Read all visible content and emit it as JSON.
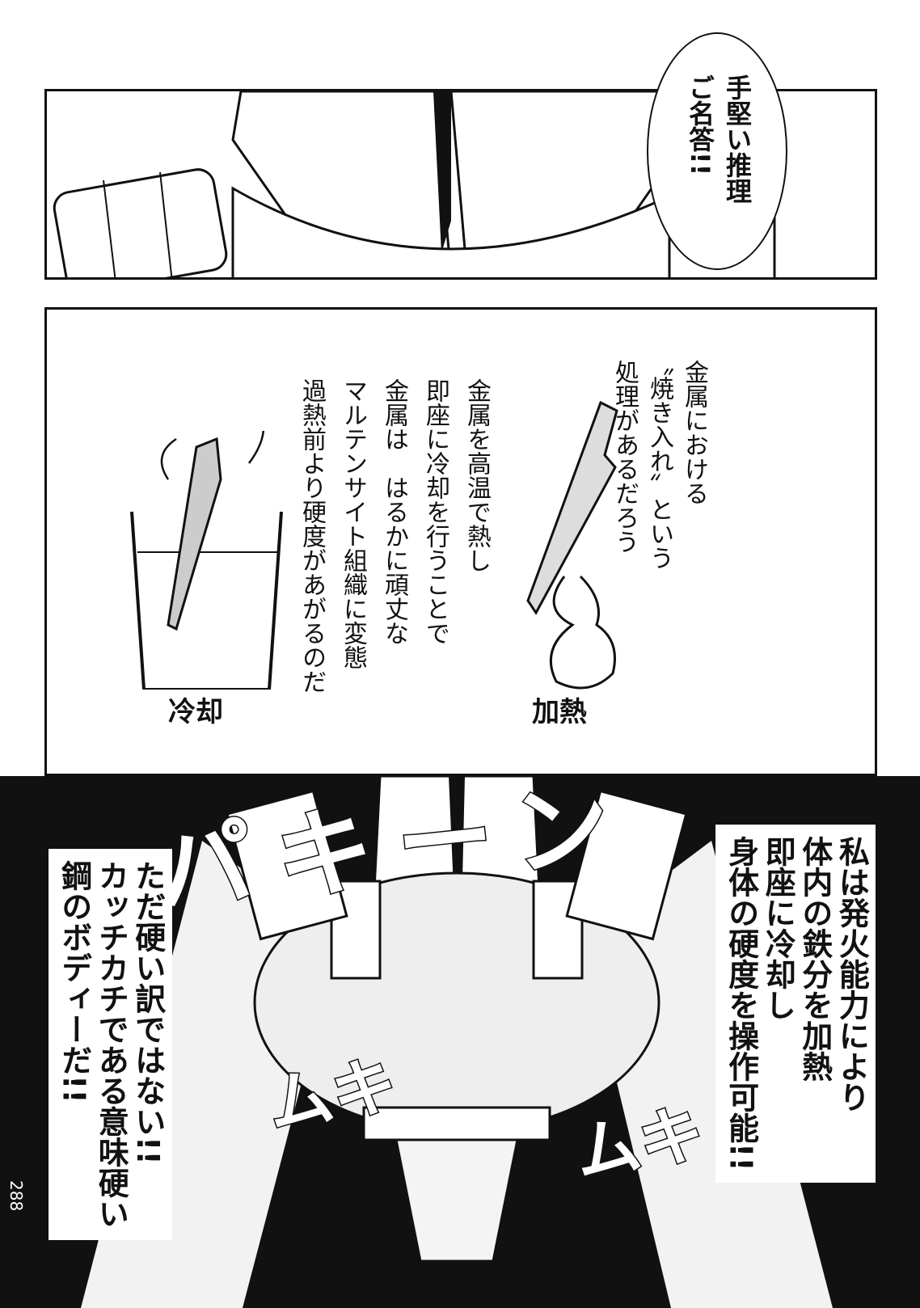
{
  "top_panel": {
    "speech": [
      "手堅い推理",
      "ご名答!!"
    ]
  },
  "middle_panel": {
    "narration": [
      "金属における",
      "〝焼き入れ〟という",
      "処理があるだろう",
      "金属を高温で熱し",
      "即座に冷却を行うことで",
      "金属は　はるかに頑丈な",
      "マルテンサイト組織に変態",
      "過熱前より硬度があがるのだ"
    ],
    "heating_label": "加熱",
    "cooling_label": "冷却"
  },
  "bottom_panel": {
    "sfx_main": "パキーン",
    "sfx_muki_1": "ムキ",
    "sfx_muki_2": "ムキ",
    "right_speech": [
      "私は発火能力により",
      "体内の鉄分を加熱",
      "即座に冷却し",
      "身体の硬度を操作可能!!"
    ],
    "left_speech": [
      "ただ硬い訳ではない!!",
      "カッチカチである意味硬い",
      "鋼のボディーだ!!"
    ]
  },
  "page_number": "288"
}
